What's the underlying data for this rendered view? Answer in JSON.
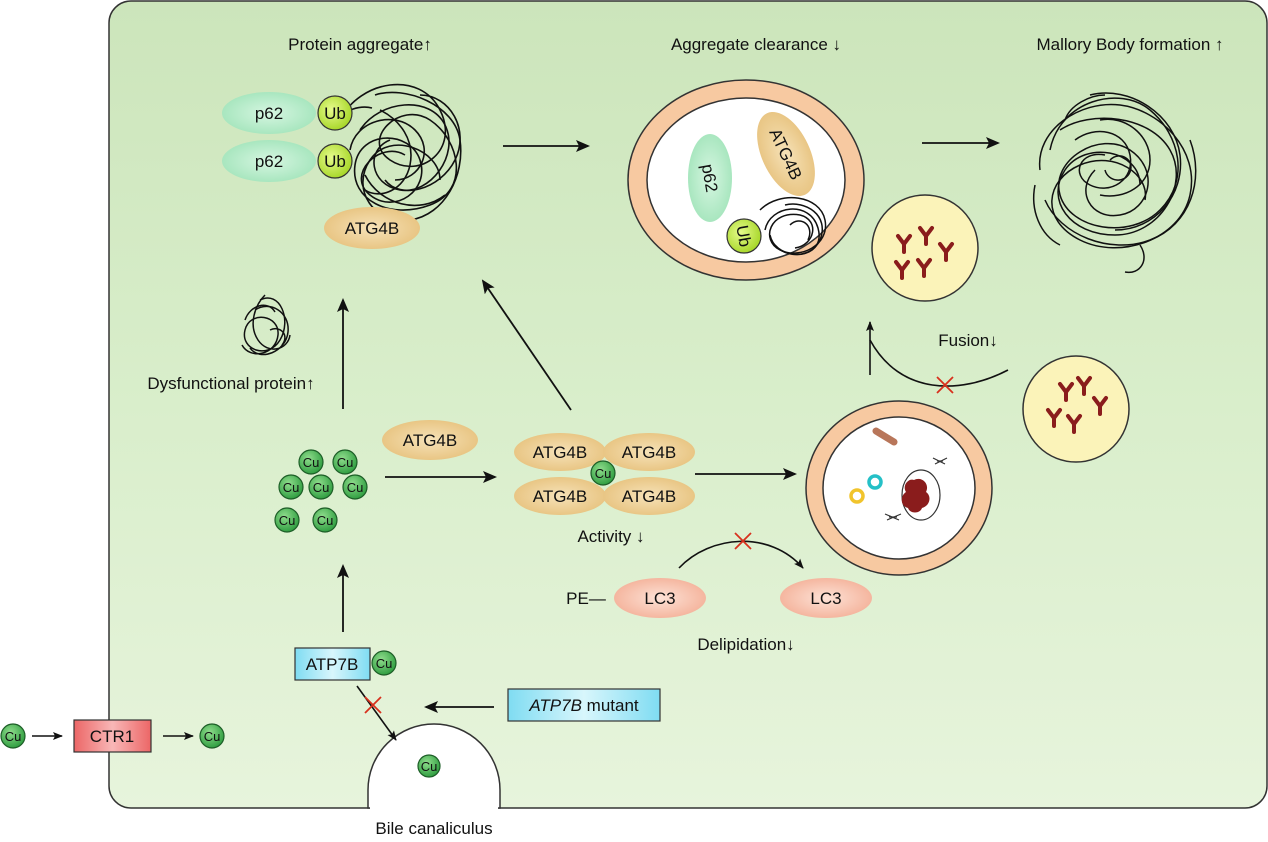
{
  "headings": {
    "protein_aggregate": "Protein aggregate↑",
    "aggregate_clearance": "Aggregate clearance ↓",
    "mallory_body": "Mallory Body formation ↑",
    "dysfunctional_protein": "Dysfunctional protein↑",
    "fusion": "Fusion↓",
    "activity": "Activity ↓",
    "delipidation": "Delipidation↓",
    "bile_canaliculus": "Bile canaliculus"
  },
  "labels": {
    "p62": "p62",
    "ub": "Ub",
    "atg4b": "ATG4B",
    "cu": "Cu",
    "lc3": "LC3",
    "pe": "PE—",
    "ctr1": "CTR1",
    "atp7b": "ATP7B",
    "atp7b_mutant_gene": "ATP7B",
    "atp7b_mutant_suffix": " mutant"
  },
  "colors": {
    "cell_fill": "#d6ecc6",
    "p62": "#b5ecc9",
    "ub": "#bfe840",
    "atg4b": "#eccd8e",
    "cu": "#37a548",
    "lc3": "#f7c2ad",
    "autophagosome_ring": "#f7c9a1",
    "lysosome": "#fbf3b9",
    "ctr1": "#ee6f6f",
    "atp7b": "#a9ecf7",
    "inhibit": "#d8301d"
  }
}
